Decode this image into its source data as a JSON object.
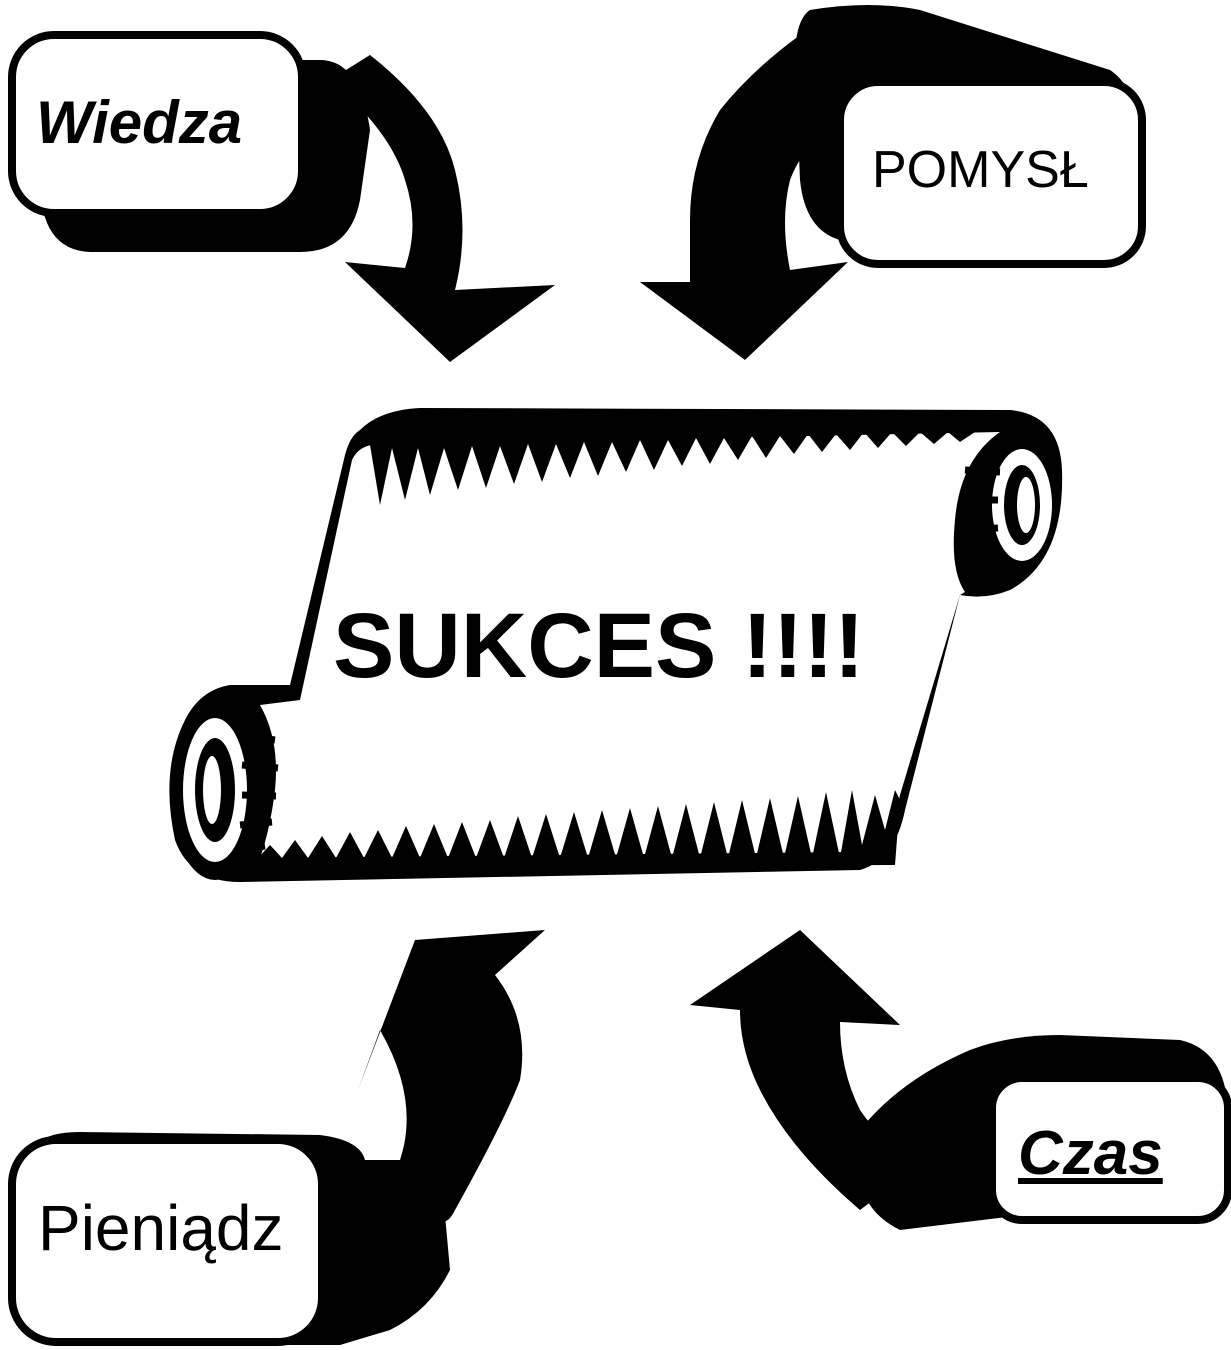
{
  "diagram": {
    "center": {
      "label": "SUKCES !!!!"
    },
    "inputs": [
      {
        "id": "wiedza",
        "label": "Wiedza",
        "bold": true,
        "italic": true
      },
      {
        "id": "pomysl",
        "label": "POMYSŁ"
      },
      {
        "id": "pieniadz",
        "label": "Pieniądz"
      },
      {
        "id": "czas",
        "label": "Czas",
        "bold": true,
        "italic": true,
        "underline": true
      }
    ]
  },
  "colors": {
    "ink": "#000000",
    "paper": "#ffffff"
  }
}
